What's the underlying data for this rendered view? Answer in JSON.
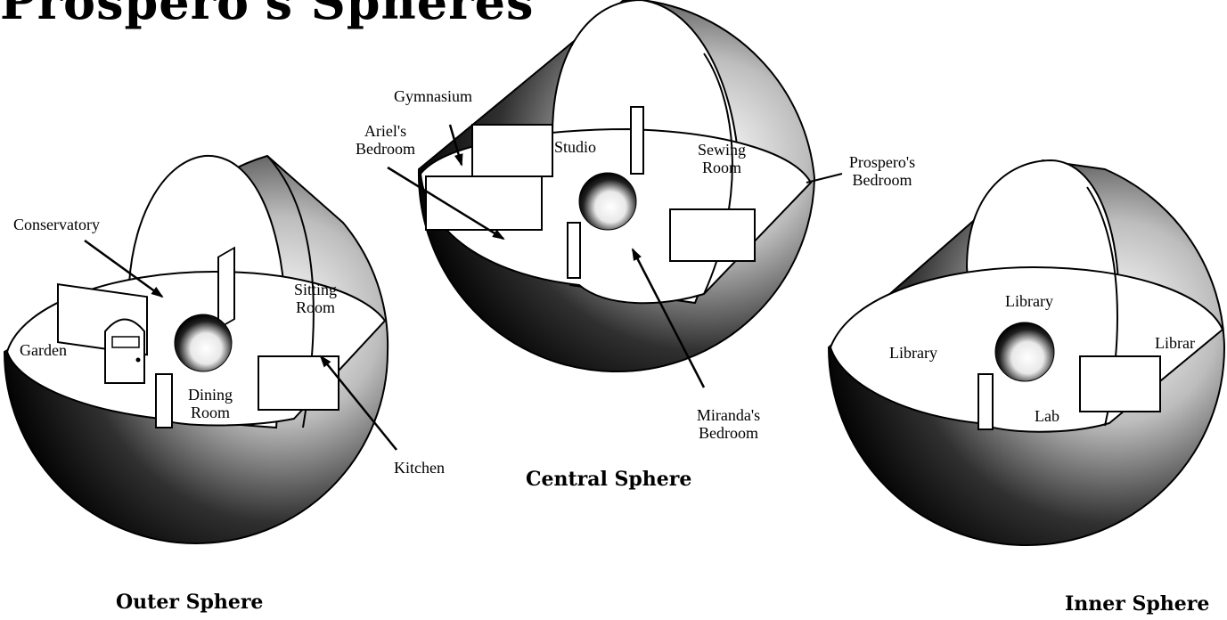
{
  "title": "Prospero's Spheres",
  "outer": {
    "caption": "Outer Sphere",
    "rooms": {
      "conservatory": "Conservatory",
      "garden": "Garden",
      "sitting_room": "Sitting Room",
      "dining_room": "Dining Room",
      "kitchen": "Kitchen"
    }
  },
  "central": {
    "caption": "Central Sphere",
    "rooms": {
      "gymnasium": "Gymnasium",
      "ariels_bedroom": "Ariel's Bedroom",
      "studio": "Studio",
      "sewing_room": "Sewing Room",
      "prosperos_bedroom": "Prospero's Bedroom",
      "mirandas_bedroom": "Miranda's Bedroom"
    }
  },
  "inner": {
    "caption": "Inner Sphere",
    "rooms": {
      "library_top": "Library",
      "library_left": "Library",
      "library_right": "Librar",
      "lab": "Lab"
    }
  },
  "colors": {
    "ink": "#000000",
    "floor": "#ffffff",
    "shell_light": "#d9d9d9"
  }
}
